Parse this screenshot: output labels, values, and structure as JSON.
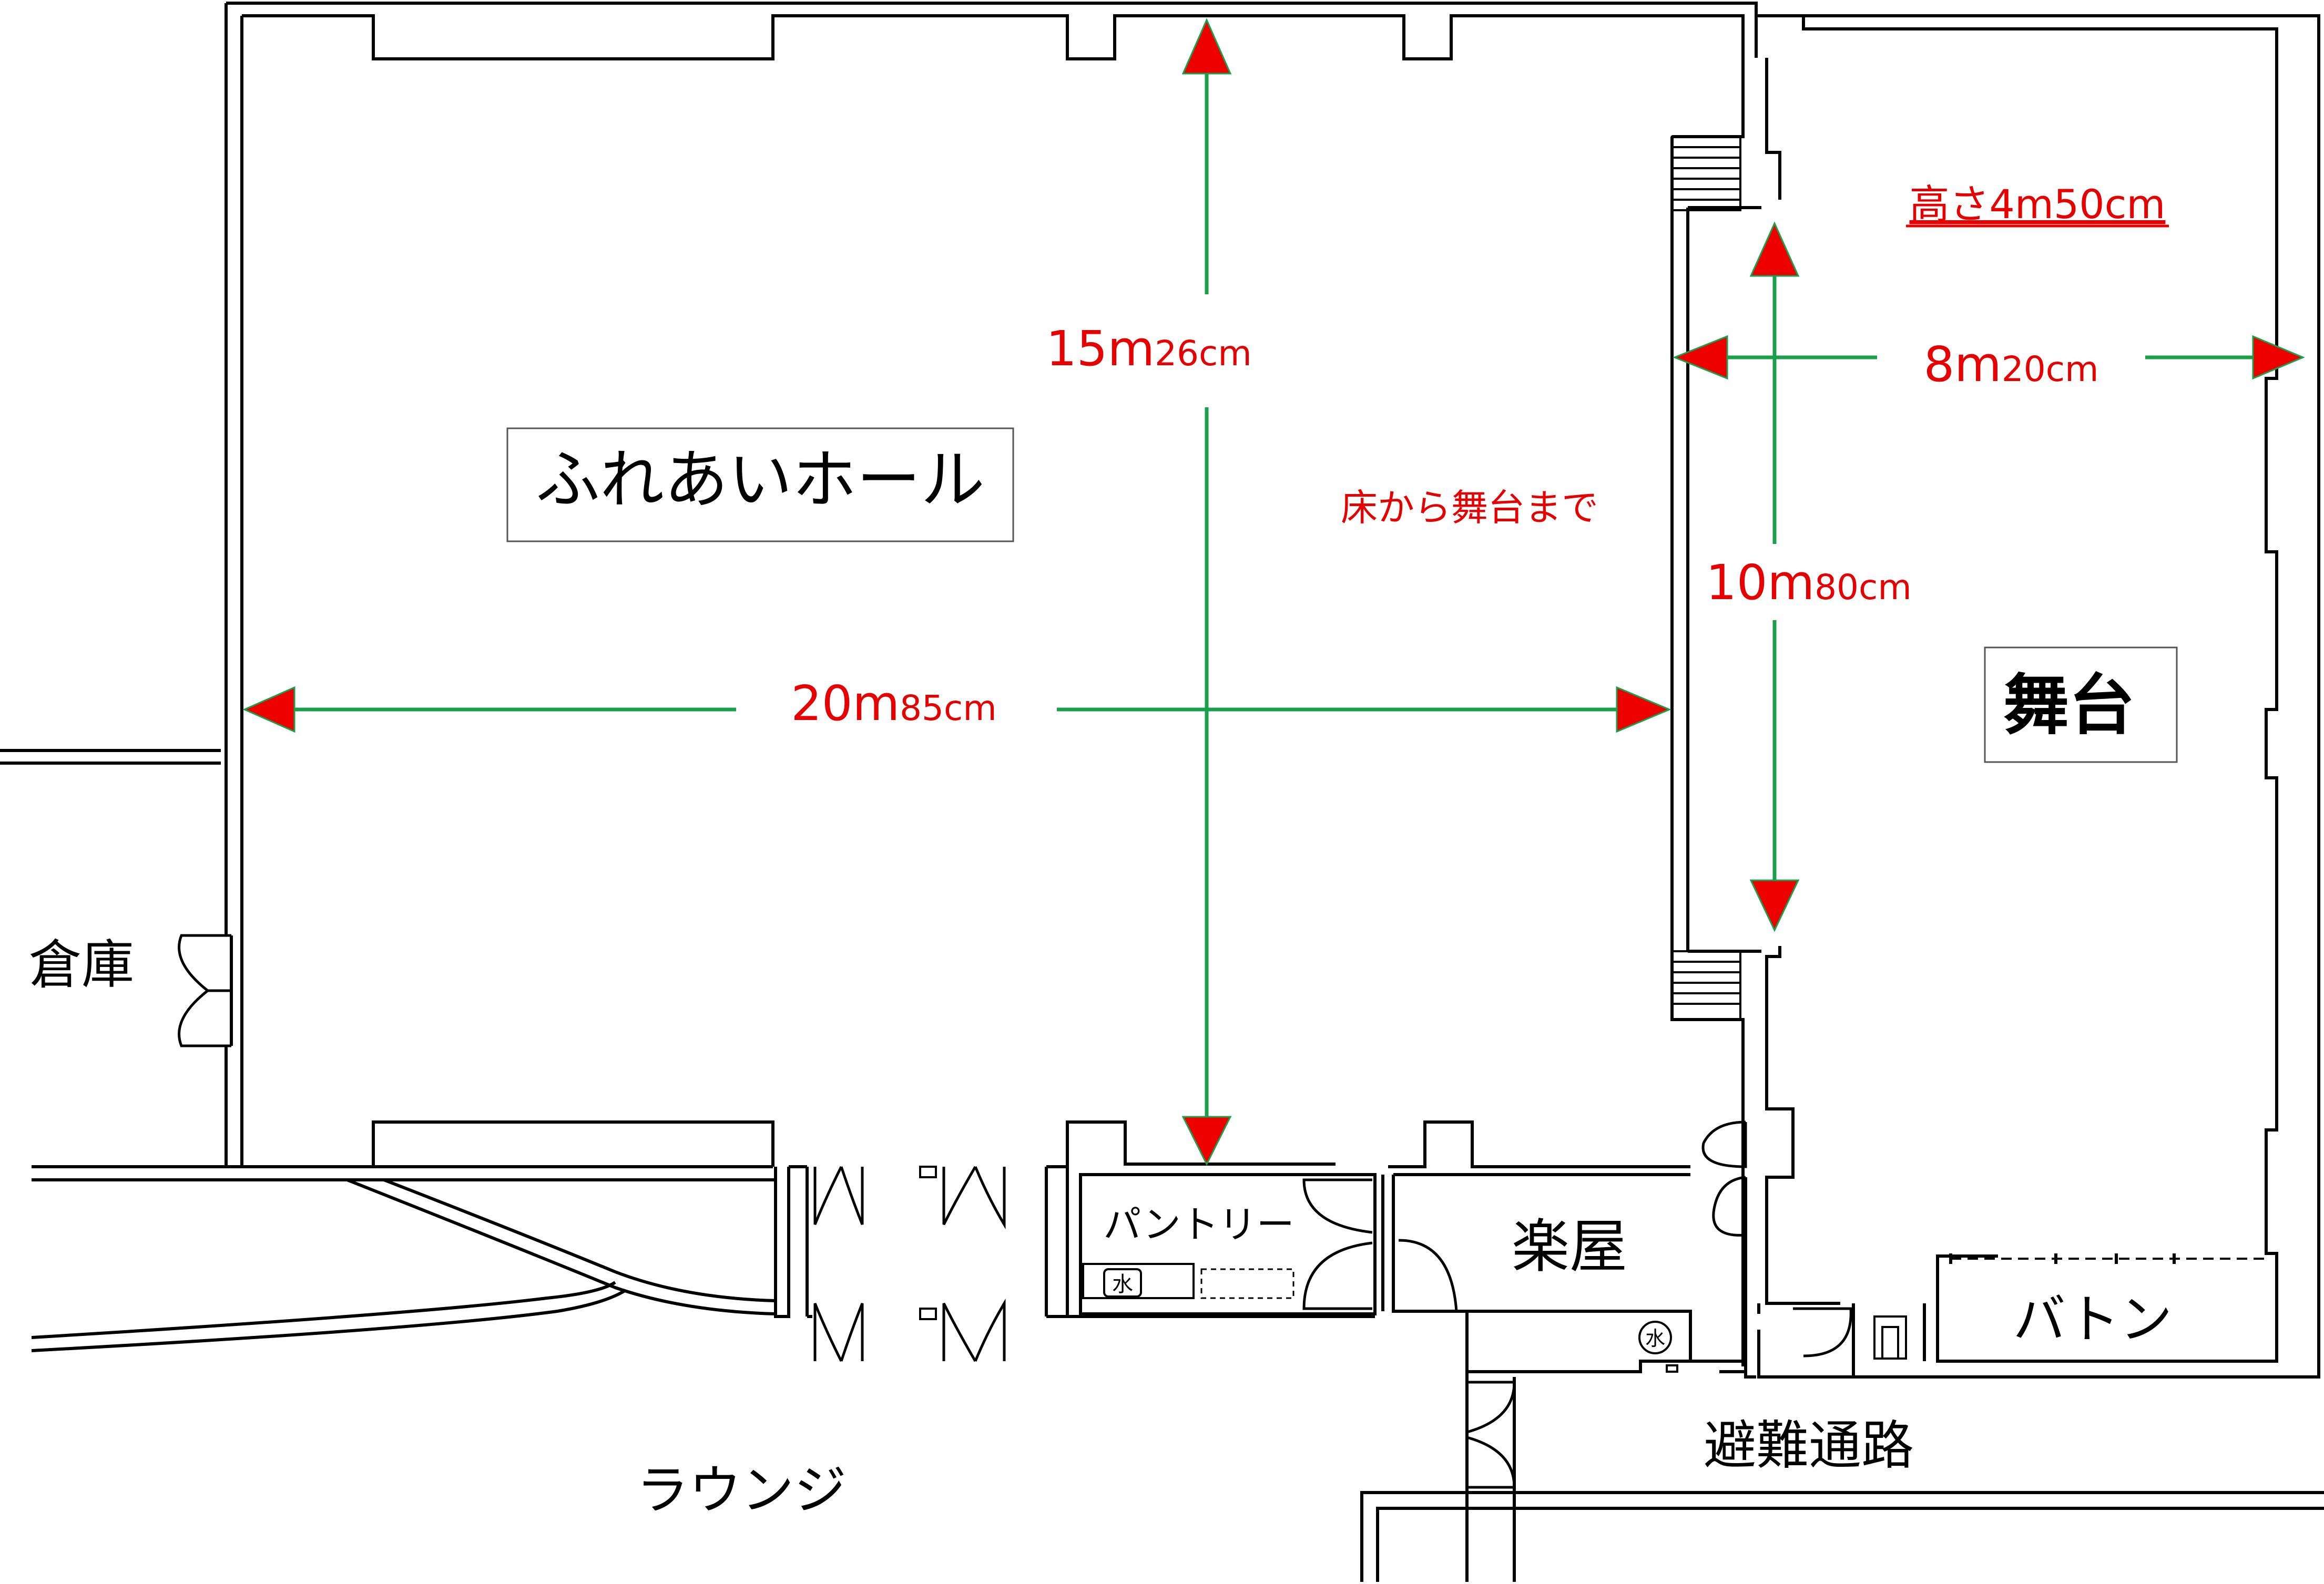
{
  "rooms": {
    "hall": "ふれあいホール",
    "stage": "舞台",
    "storage": "倉庫",
    "pantry": "パントリー",
    "dressing_room": "楽屋",
    "baton": "バトン",
    "evacuation_passage": "避難通路",
    "lounge": "ラウンジ",
    "water_mark": "水"
  },
  "dimensions": {
    "hall_width": {
      "value": "20m",
      "unit": "85cm"
    },
    "hall_depth": {
      "value": "15m",
      "unit": "26cm"
    },
    "stage_width": {
      "value": "8m",
      "unit": "20cm"
    },
    "stage_depth": {
      "value": "10m",
      "unit": "80cm"
    },
    "stage_height": "高さ4m50cm",
    "floor_to_stage_note": "床から舞台まで"
  },
  "colors": {
    "dimension_line": "#1aa04a",
    "arrow_fill": "#ee0000",
    "dimension_text": "#e60000"
  }
}
